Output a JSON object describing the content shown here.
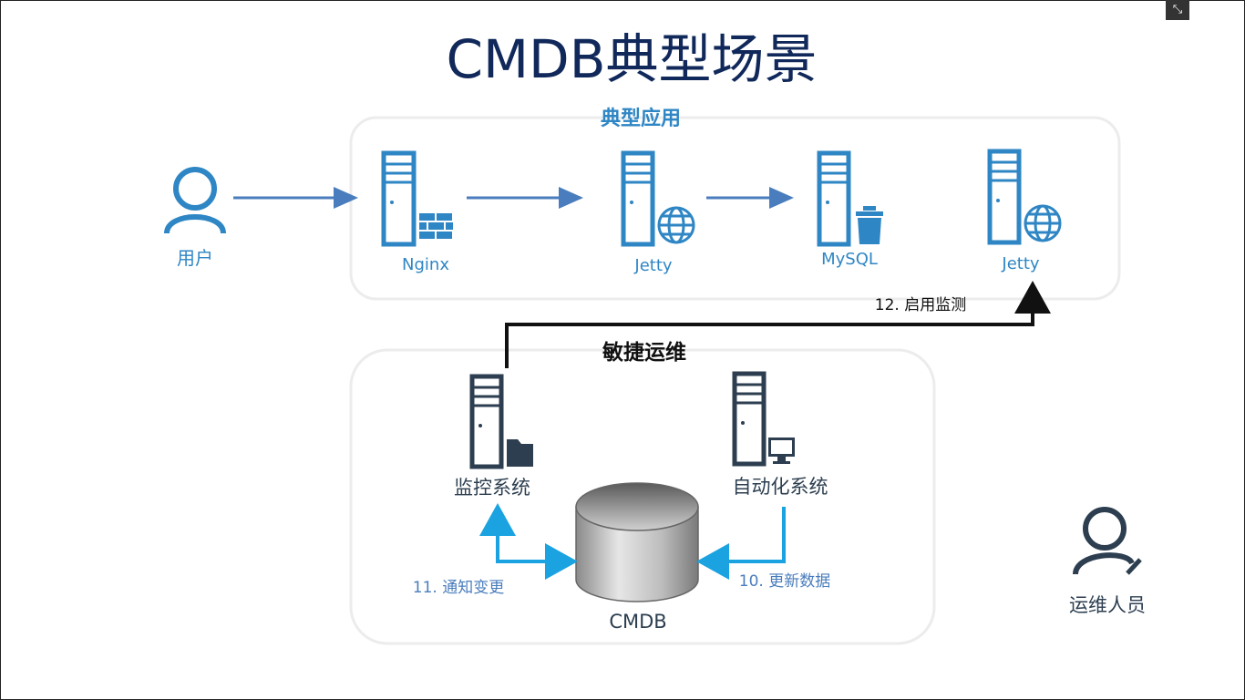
{
  "slide": {
    "title": "CMDB典型场景",
    "exit_fullscreen_icon": "collapse-icon"
  },
  "groups": {
    "app": {
      "label": "典型应用"
    },
    "ops": {
      "label": "敏捷运维"
    }
  },
  "nodes": {
    "user": {
      "label": "用户",
      "icon": "user-icon"
    },
    "nginx": {
      "label": "Nginx",
      "icon": "server-firewall-icon"
    },
    "jetty1": {
      "label": "Jetty",
      "icon": "server-globe-icon"
    },
    "mysql": {
      "label": "MySQL",
      "icon": "server-database-icon"
    },
    "jetty2": {
      "label": "Jetty",
      "icon": "server-globe-icon"
    },
    "monitor": {
      "label": "监控系统",
      "icon": "server-folder-icon"
    },
    "automation": {
      "label": "自动化系统",
      "icon": "server-monitor-icon"
    },
    "cmdb": {
      "label": "CMDB",
      "icon": "database-cylinder-icon"
    },
    "ops_staff": {
      "label": "运维人员",
      "icon": "user-edit-icon"
    }
  },
  "edges": {
    "enable_monitor": "12. 启用监测",
    "notify_change": "11. 通知变更",
    "update_data": "10. 更新数据"
  },
  "colors": {
    "title": "#10285a",
    "app_blue": "#2f86c4",
    "arrow_blue": "#4a7dbd",
    "ops_dark": "#2c3e50",
    "ops_arrow": "#1aa3e0",
    "group_border": "#ececec"
  }
}
